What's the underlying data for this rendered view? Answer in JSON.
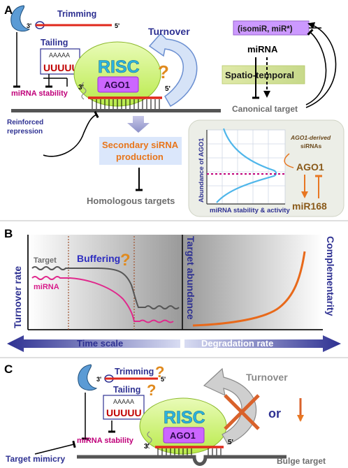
{
  "panel_a": {
    "letter": "A",
    "trimming": "Trimming",
    "tailing": "Tailing",
    "tail_a": "AAAAA",
    "tail_u": "UUUUU",
    "stability": "miRNA stability",
    "risc": "RISC",
    "ago1": "AGO1",
    "turnover": "Turnover",
    "question": "?",
    "end3": "3'",
    "end5": "5'",
    "isomir": "(isomiR, miR*)",
    "mirna": "miRNA",
    "spatio": "Spatio-temporal",
    "canonical": "Canonical target",
    "reinforced_1": "Reinforced",
    "reinforced_2": "repression",
    "secondary_1": "Secondary siRNA",
    "secondary_2": "production",
    "homologous": "Homologous targets",
    "inset_ylabel": "Abundance of AGO1",
    "inset_xlabel": "miRNA stability & activity",
    "ago1_derived_1": "AGO1-derived",
    "ago1_derived_2": "siRNAs",
    "ago1_node": "AGO1",
    "mir168": "miR168"
  },
  "panel_b": {
    "letter": "B",
    "turnover_rate": "Turnover rate",
    "target": "Target",
    "mirna": "miRNA",
    "buffering": "Buffering",
    "question": "?",
    "target_abundance": "Target abundance",
    "complementarity": "Complementarity",
    "time_scale": "Time scale",
    "degradation_rate": "Degradation rate"
  },
  "panel_c": {
    "letter": "C",
    "trimming": "Trimming",
    "tailing": "Tailing",
    "tail_a": "AAAAA",
    "tail_u": "UUUUU",
    "stability": "miRNA stability",
    "risc": "RISC",
    "ago1": "AGO1",
    "turnover": "Turnover",
    "question": "?",
    "or": "or",
    "end3": "3'",
    "end5": "5'",
    "target_mimicry": "Target mimicry",
    "bulge_target": "Bulge target"
  },
  "colors": {
    "blue_dark": "#2e3192",
    "purple": "#7030a0",
    "orange": "#e87722",
    "magenta": "#c0007a",
    "grey_text": "#6d6d6d",
    "red_strand": "#e0281c"
  }
}
